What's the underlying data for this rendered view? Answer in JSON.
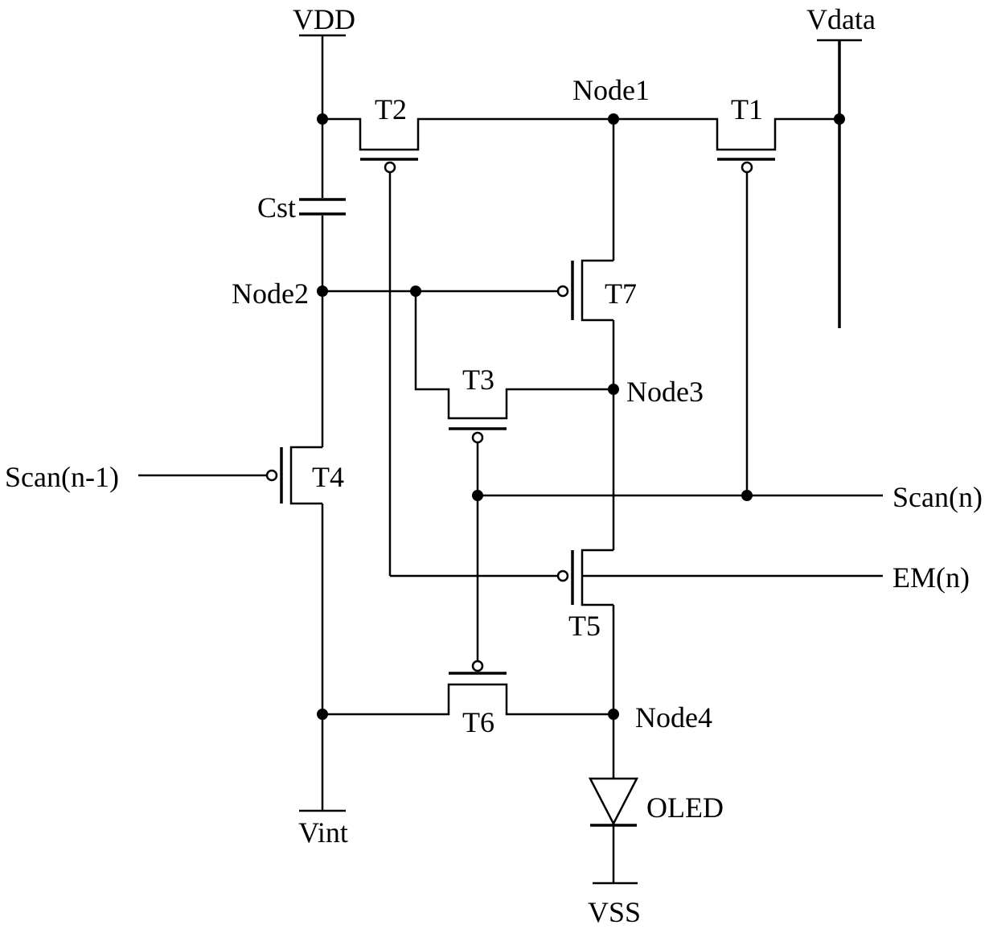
{
  "diagram": {
    "supplies": {
      "vdd": "VDD",
      "vdata": "Vdata",
      "vint": "Vint",
      "vss": "VSS"
    },
    "nodes": {
      "node1": "Node1",
      "node2": "Node2",
      "node3": "Node3",
      "node4": "Node4"
    },
    "transistors": {
      "t1": "T1",
      "t2": "T2",
      "t3": "T3",
      "t4": "T4",
      "t5": "T5",
      "t6": "T6",
      "t7": "T7"
    },
    "components": {
      "capacitor": "Cst",
      "oled": "OLED"
    },
    "signals": {
      "scan_prev": "Scan(n-1)",
      "scan_n": "Scan(n)",
      "em_n": "EM(n)"
    }
  }
}
